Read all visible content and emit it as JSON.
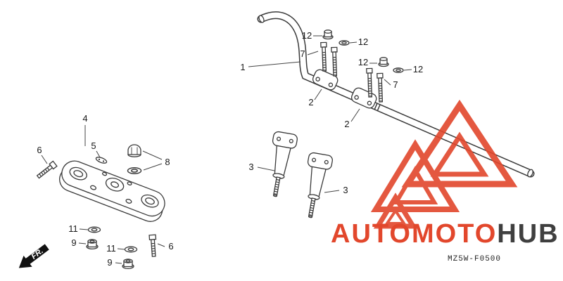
{
  "diagram": {
    "code": "MZ5W-F0500",
    "fr_label": "FR.",
    "background_color": "#FFFFFF",
    "line_color": "#3A3A3A",
    "callouts": {
      "c1": "1",
      "c2a": "2",
      "c2b": "2",
      "c3a": "3",
      "c3b": "3",
      "c4": "4",
      "c5": "5",
      "c6a": "6",
      "c6b": "6",
      "c7a": "7",
      "c7b": "7",
      "c8": "8",
      "c9a": "9",
      "c9b": "9",
      "c11a": "11",
      "c11b": "11",
      "c12a": "12",
      "c12b": "12",
      "c12c": "12",
      "c12d": "12"
    },
    "watermark": {
      "primary": "AUTOMOTO",
      "secondary": "HUB",
      "primary_color": "#E2472C",
      "secondary_color": "#3F3F3F"
    }
  }
}
